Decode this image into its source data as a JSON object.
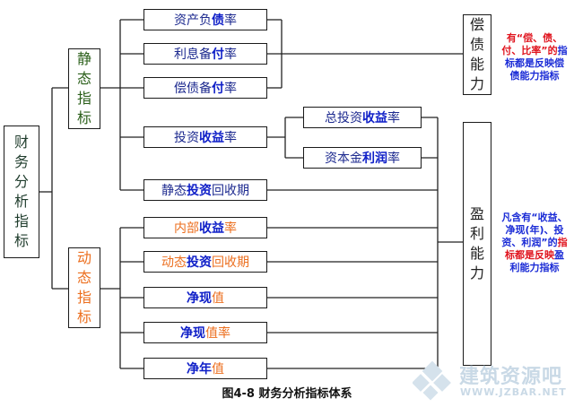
{
  "root": {
    "chars": [
      "财",
      "务",
      "分",
      "析",
      "指",
      "标"
    ]
  },
  "static_group": {
    "chars": [
      "静",
      "态",
      "指",
      "标"
    ]
  },
  "dynamic_group": {
    "chars": [
      "动",
      "态",
      "指",
      "标"
    ]
  },
  "solvency": {
    "chars": [
      "偿",
      "债",
      "能",
      "力"
    ]
  },
  "profitability": {
    "chars": [
      "盈",
      "利",
      "能",
      "力"
    ]
  },
  "static_items": [
    {
      "parts": [
        "资产负",
        "债",
        "率"
      ]
    },
    {
      "parts": [
        "利息备",
        "付",
        "率"
      ]
    },
    {
      "parts": [
        "偿债备",
        "付",
        "率"
      ]
    },
    {
      "parts": [
        "投资",
        "收益",
        "率"
      ]
    },
    {
      "parts": [
        "静态",
        "投资",
        "回收期"
      ]
    }
  ],
  "sub_items": [
    {
      "parts": [
        "总投资",
        "收益",
        "率"
      ]
    },
    {
      "parts": [
        "资本金",
        "利润",
        "率"
      ]
    }
  ],
  "dynamic_items": [
    {
      "parts": [
        "内部",
        "收益",
        "率"
      ]
    },
    {
      "parts": [
        "动态",
        "投资",
        "回收期"
      ]
    },
    {
      "parts": [
        "净现",
        "值",
        ""
      ]
    },
    {
      "parts": [
        "净现",
        "值率",
        ""
      ]
    },
    {
      "parts": [
        "净年",
        "值",
        ""
      ]
    }
  ],
  "note_solvency": {
    "red": "有“偿、债、付、比率”的",
    "blue": "指标都是反映偿债能力指标"
  },
  "note_profit": {
    "blue1": "凡含有“收益、净现(年)、投资、利润”的",
    "red": "指标都是反映",
    "blue2": "盈利能力指标"
  },
  "caption": "图4-8 财务分析指标体系",
  "watermark": {
    "text": "建筑资源吧",
    "url": "WWW.JZBAR.NET"
  }
}
